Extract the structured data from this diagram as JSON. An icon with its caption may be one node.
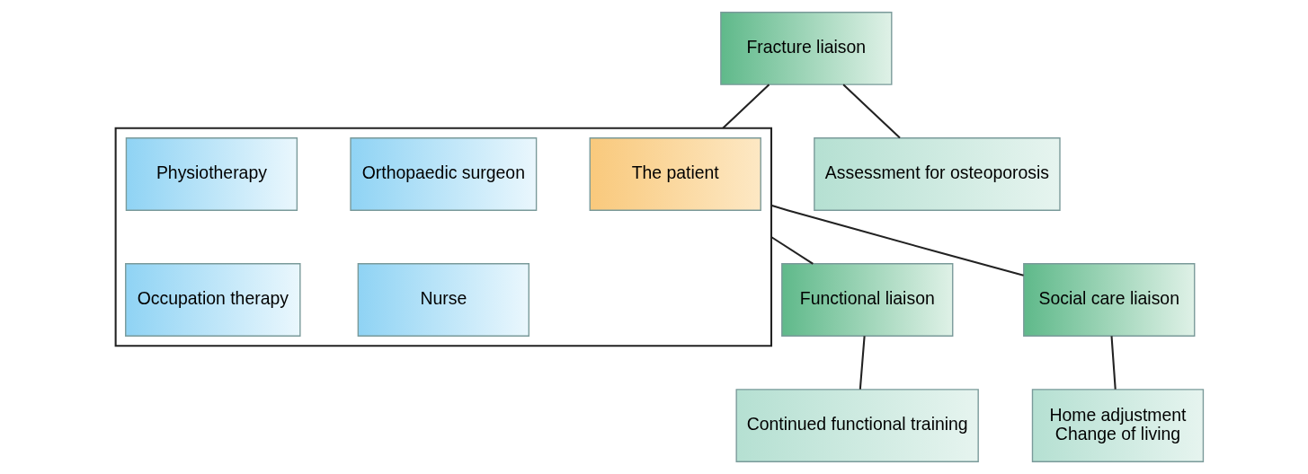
{
  "diagram": {
    "nodes": [
      {
        "text": [],
        "shape": "bracket"
      },
      {
        "text": [
          "The patient"
        ],
        "in": 0
      },
      {
        "text": [
          "Orthopaedic surgeon"
        ],
        "in": 0
      },
      {
        "text": [
          "Physiotherapy"
        ],
        "in": 0
      },
      {
        "text": [
          "Nurse"
        ],
        "in": 0
      },
      {
        "text": [
          "Occupation therapy"
        ],
        "in": 0
      },
      {
        "text": [
          "Fracture liaison"
        ]
      },
      {
        "text": [
          "Assessment for osteoporosis"
        ]
      },
      {
        "text": [
          "Functional liaison"
        ]
      },
      {
        "text": [
          "Continued functional training"
        ]
      },
      {
        "text": [
          "Social care liaison"
        ]
      },
      {
        "text": [
          "Home adjustment",
          "Change of living"
        ]
      }
    ],
    "edges": [
      {
        "from": 6,
        "to": 0,
        "arrow": "none"
      },
      {
        "from": 0,
        "to": 8,
        "arrow": "none"
      },
      {
        "from": 0,
        "to": 10,
        "arrow": "none"
      },
      {
        "from": 6,
        "to": 7,
        "arrow": "none"
      },
      {
        "from": 8,
        "to": 9,
        "arrow": "none"
      },
      {
        "from": 10,
        "to": 11,
        "arrow": "none"
      }
    ]
  }
}
